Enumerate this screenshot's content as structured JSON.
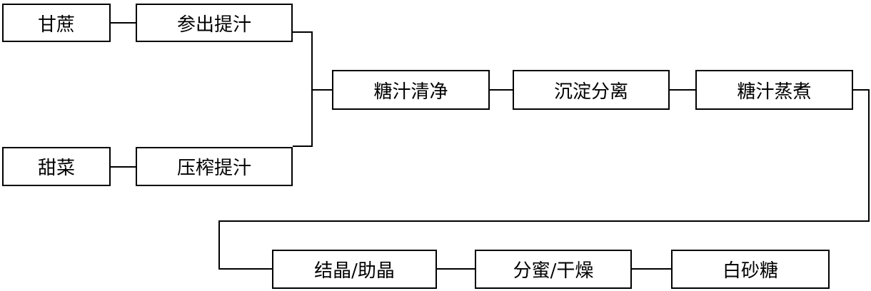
{
  "nodes": {
    "ganzhe": "甘蔗",
    "shenchu": "参出提汁",
    "tiancai": "甜菜",
    "yazha": "压榨提汁",
    "qingjing": "糖汁清净",
    "chendian": "沉淀分离",
    "zhengzhu": "糖汁蒸煮",
    "jiejing": "结晶/助晶",
    "fenmi": "分蜜/干燥",
    "baisha": "白砂糖"
  },
  "colors": {
    "stroke": "#000000",
    "background": "#ffffff"
  }
}
